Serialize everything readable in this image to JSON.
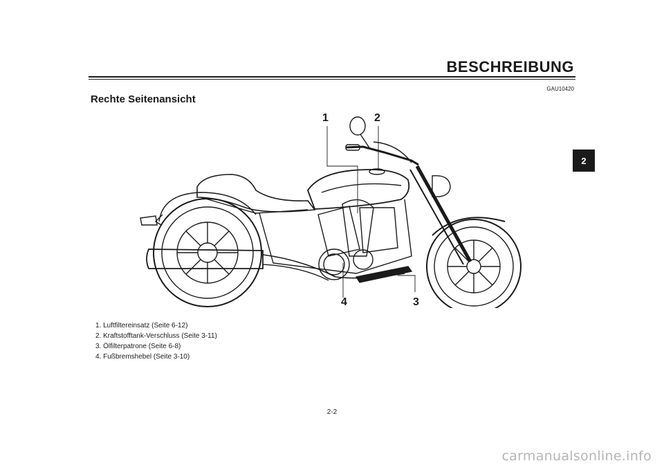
{
  "header": {
    "title": "BESCHREIBUNG",
    "doc_code": "GAU10420"
  },
  "section": {
    "title": "Rechte Seitenansicht"
  },
  "chapter_tab": {
    "label": "2"
  },
  "callouts": {
    "c1": "1",
    "c2": "2",
    "c3": "3",
    "c4": "4"
  },
  "legend": {
    "items": [
      "1. Luftfiltereinsatz (Seite 6-12)",
      "2. Kraftstofftank-Verschluss (Seite 3-11)",
      "3. Ölfilterpatrone (Seite 6-8)",
      "4. Fußbremshebel (Seite 3-10)"
    ]
  },
  "footer": {
    "page_number": "2-2",
    "watermark": "carmanualsonline.info"
  }
}
